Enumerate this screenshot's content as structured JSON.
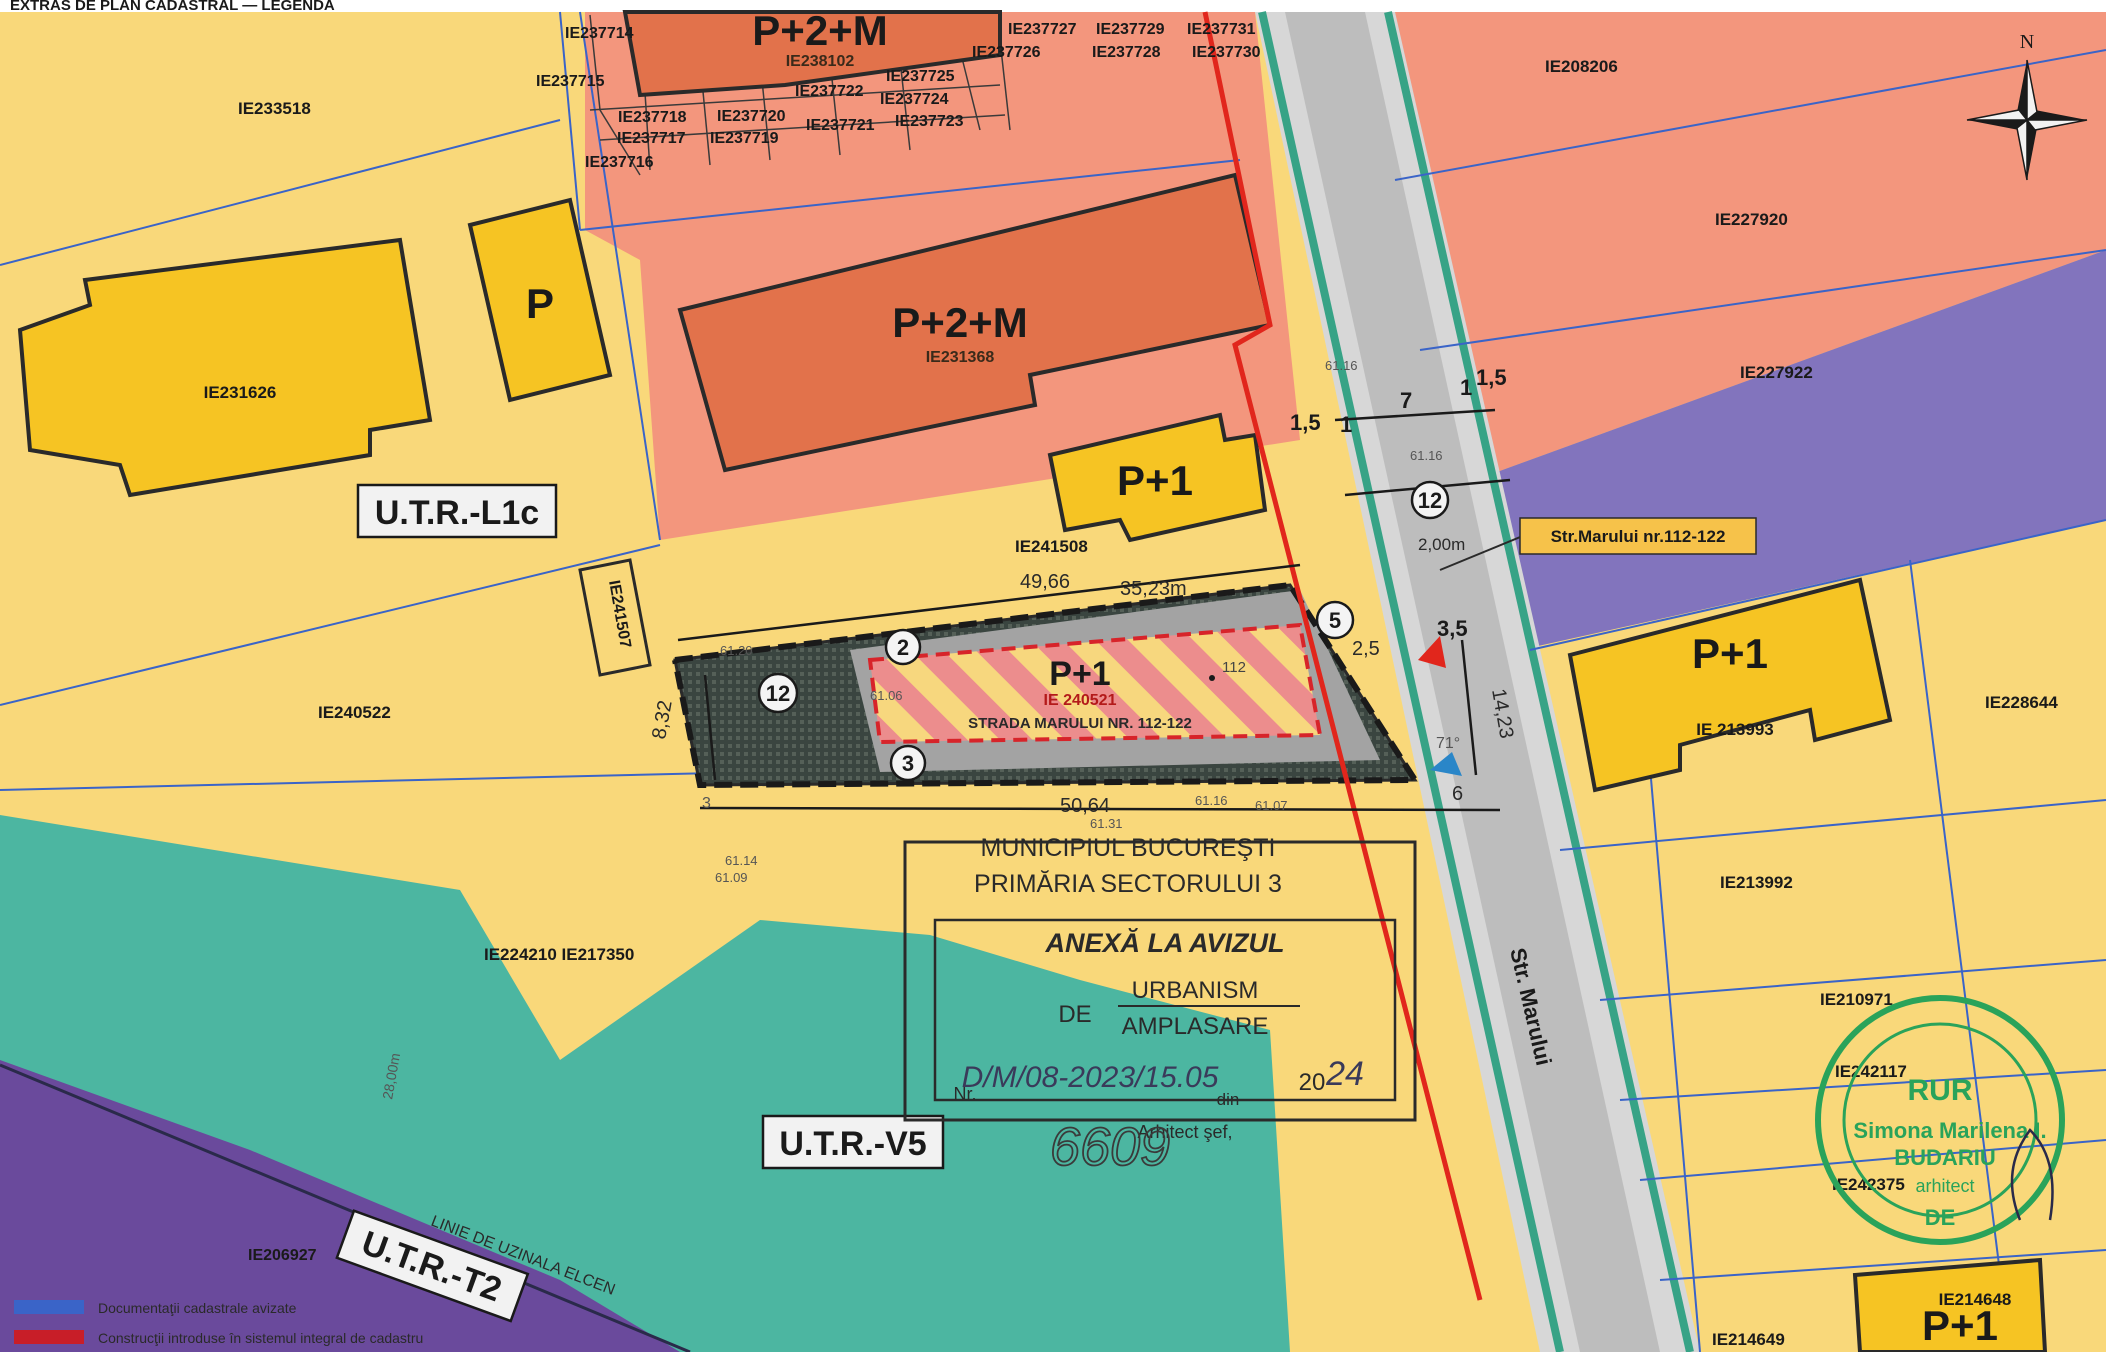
{
  "header": {
    "title_partial": "EXTRAS DE PLAN CADASTRAL — LEGENDA"
  },
  "north_arrow": {
    "label": "N"
  },
  "zones": [
    {
      "id": "utr-l1c",
      "label": "U.T.R.-L1c"
    },
    {
      "id": "utr-v5",
      "label": "U.T.R.-V5"
    },
    {
      "id": "utr-t2",
      "label": "U.T.R.-T2"
    }
  ],
  "buildings": [
    {
      "id": "b1",
      "label": "P+2+M",
      "sub": "IE238102"
    },
    {
      "id": "b2",
      "label": "P",
      "sub": ""
    },
    {
      "id": "b3",
      "label": "P+2+M",
      "sub": "IE231368"
    },
    {
      "id": "b4",
      "label": "P+1",
      "sub": ""
    },
    {
      "id": "b5",
      "label": "P+1",
      "sub": "IE 213993"
    },
    {
      "id": "b6",
      "label": "P+1",
      "sub": "IE214648"
    },
    {
      "id": "b7",
      "label": "",
      "sub": "IE231626"
    }
  ],
  "parcels": [
    "IE237714",
    "IE237715",
    "IE237716",
    "IE237717",
    "IE237718",
    "IE237719",
    "IE237720",
    "IE237721",
    "IE237722",
    "IE237723",
    "IE237724",
    "IE237725",
    "IE237726",
    "IE237727",
    "IE237728",
    "IE237729",
    "IE237730",
    "IE237731",
    "IE233518",
    "IE208206",
    "IE227920",
    "IE227922",
    "IE241508",
    "IE241507",
    "IE240522",
    "IE228644",
    "IE213992",
    "IE224210 IE217350",
    "IE210971",
    "IE242117",
    "IE242375",
    "IE214649",
    "IE206927"
  ],
  "site": {
    "building": "P+1",
    "lot": "IE 240521",
    "street_label": "STRADA MARULUI NR. 112-122",
    "number": "112"
  },
  "callout": {
    "text": "Str.Marului nr.112-122"
  },
  "street_name": "Str. Marului",
  "rail_label": "LINIE DE UZINALA ELCEN",
  "dimensions": {
    "d1": "1,5",
    "d2": "7",
    "d3": "1",
    "d4": "1,5",
    "d5": "1",
    "d6": "49,66",
    "d7": "35,23m",
    "d8": "8,32",
    "d9": "50,64",
    "d10": "2,00m",
    "d11": "3,5",
    "d12": "14,23",
    "d13": "2,5",
    "d14": "6",
    "d15": "28,00m",
    "d16": "71°",
    "d17": "3"
  },
  "markers": [
    "12",
    "2",
    "3",
    "5",
    "12"
  ],
  "elevations": [
    "61.16",
    "61.16",
    "61.20",
    "61.14",
    "61.09",
    "61.31",
    "61.16",
    "61.07",
    "61.06"
  ],
  "approval_stamp": {
    "line1": "MUNICIPIUL BUCUREŞTI",
    "line2": "PRIMĂRIA SECTORULUI 3",
    "title": "ANEXĂ LA AVIZUL",
    "de": "DE",
    "type1": "URBANISM",
    "type2": "AMPLASARE",
    "nr_label": "Nr.",
    "nr_value": "D/M/08-2023/15.05",
    "din_label": "din",
    "year_prefix": "20",
    "year_suffix": "24",
    "arhitect": "Arhitect şef,",
    "handwritten": "6609"
  },
  "rur_stamp": {
    "top": "RUR",
    "name": "Simona Marilena I.",
    "surname": "BUDARIU",
    "role": "arhitect",
    "bottom": "DE"
  },
  "legend": [
    {
      "text": "Documentaţii cadastrale avizate",
      "color": "#3a64c8"
    },
    {
      "text": "Construcţii introduse în sistemul integral de cadastru",
      "color": "#c81e28"
    }
  ],
  "colors": {
    "residential": "#f9d87a",
    "residential_building": "#f6c423",
    "mixed_zone": "#f3967d",
    "mixed_building": "#e2724b",
    "green_zone": "#4cb6a1",
    "transport_zone": "#6a4a9c",
    "service_zone": "#8274bd",
    "street": "#cccccc",
    "red_line": "#e1261c"
  }
}
